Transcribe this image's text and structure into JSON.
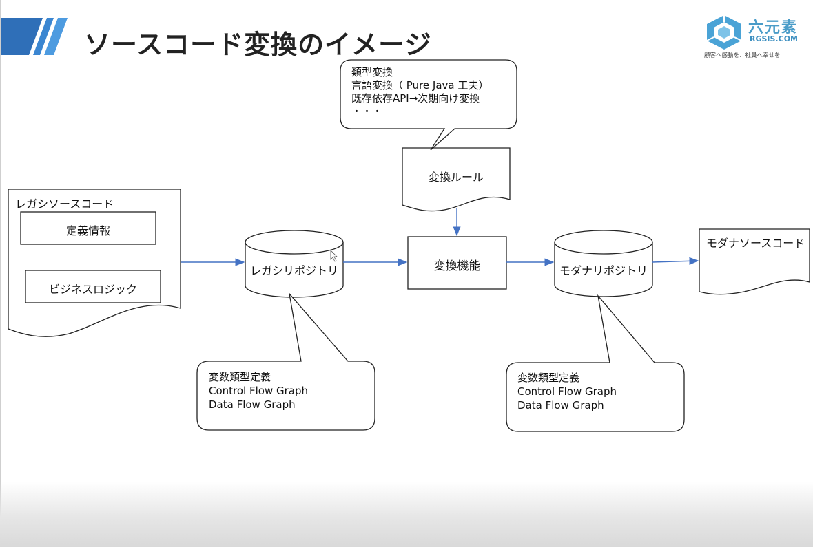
{
  "header": {
    "title": "ソースコード変換のイメージ",
    "accent_color": "#2f6fb8"
  },
  "logo": {
    "name": "六元素",
    "domain": "RGSIS.COM",
    "tagline": "顧客へ感動を、社員へ幸せを"
  },
  "diagram": {
    "legacy_source": {
      "label": "レガシソースコード",
      "definitions_box": "定義情報",
      "logic_box": "ビジネスロジック"
    },
    "legacy_repo": "レガシリポジトリ",
    "conversion": "変換機能",
    "rules": "変換ルール",
    "modern_repo": "モダナリポジトリ",
    "modern_source": "モダナソースコード",
    "rules_callout": [
      "類型変換",
      "言語変換（ Pure Java 工夫）",
      "既存依存API→次期向け変換",
      "・・・"
    ],
    "legacy_callout": [
      "変数類型定義",
      "Control Flow  Graph",
      "Data Flow  Graph"
    ],
    "modern_callout": [
      "変数類型定義",
      "Control Flow  Graph",
      "Data Flow  Graph"
    ],
    "arrow_color": "#4472c4",
    "line_color": "#222222"
  }
}
